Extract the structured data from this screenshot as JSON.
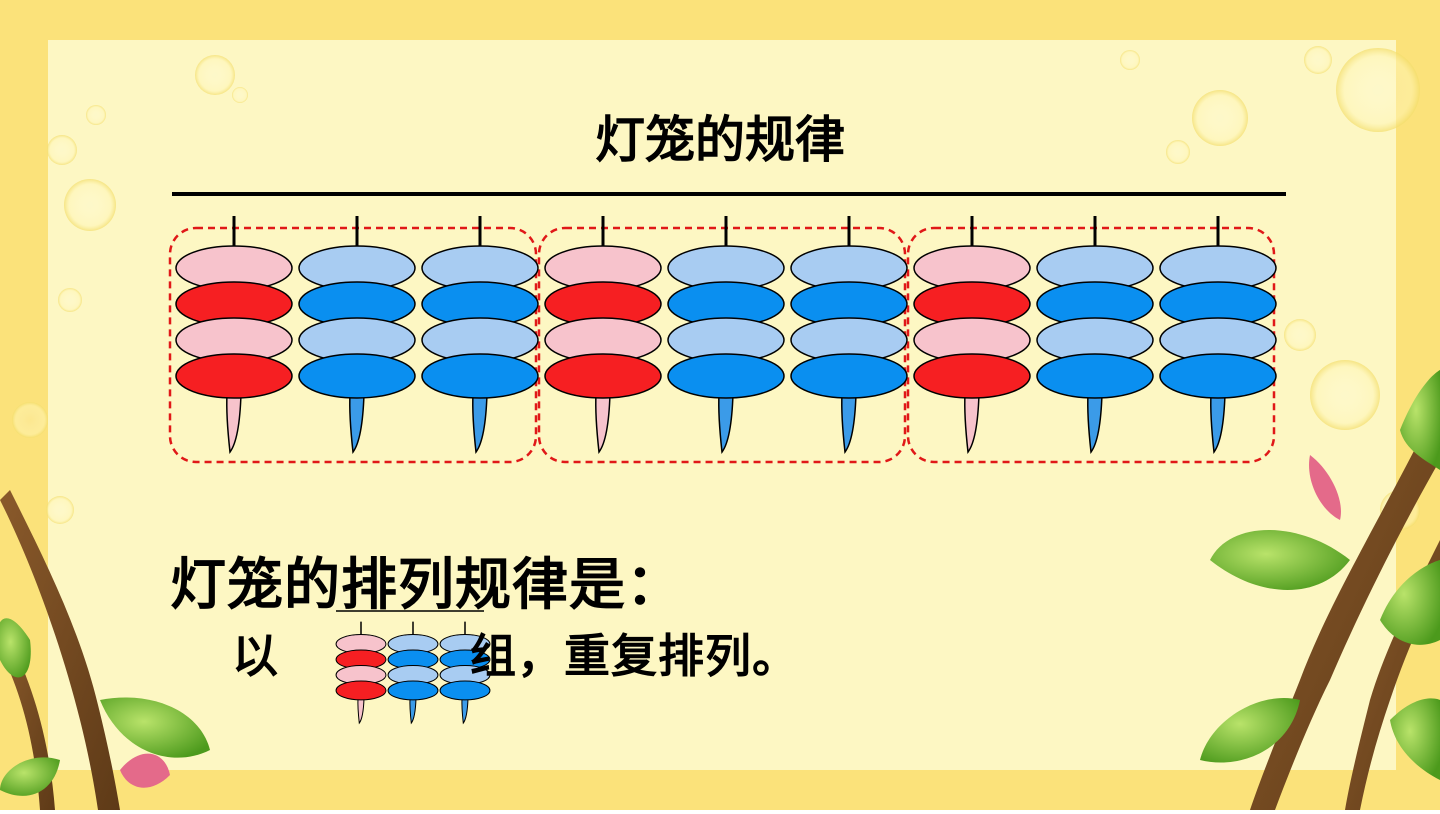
{
  "title": "灯笼的规律",
  "rule": {
    "heading": "灯笼的排列规律是：",
    "prefix": "以",
    "suffix": "组，重复排列。"
  },
  "pattern": {
    "groups": 3,
    "lanterns_per_group": [
      "pink-red",
      "blue",
      "blue"
    ]
  },
  "colors": {
    "pink": "#f7c3cc",
    "red": "#f61f22",
    "light_blue": "#a8ccf2",
    "blue": "#0a8ff0",
    "dashed_box": "#e01818"
  }
}
